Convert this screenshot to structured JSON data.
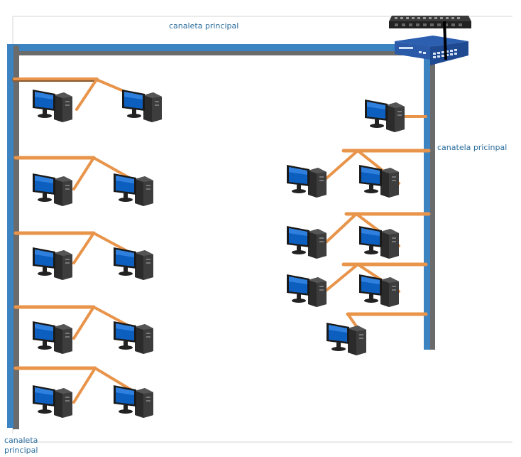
{
  "labels": {
    "top_channel": "canaleta principal",
    "right_channel": "canatela pricinpal",
    "left_channel_line1": "canaleta",
    "left_channel_line2": "principal"
  },
  "colors": {
    "channel_blue": "#3c83c2",
    "channel_shadow": "#6b6b6b",
    "cable_orange": "#e8944a",
    "cable_dark": "#8a5a2e",
    "monitor_screen": "#0d5fbf",
    "computer_body": "#2b2b2b",
    "label_text": "#2a6d9c",
    "frame_line": "#d6d6d6"
  },
  "devices": {
    "patch_panel": "patch-panel-icon",
    "switch": "network-switch-icon",
    "workstation": "desktop-computer-icon",
    "workstation_count": 18
  }
}
